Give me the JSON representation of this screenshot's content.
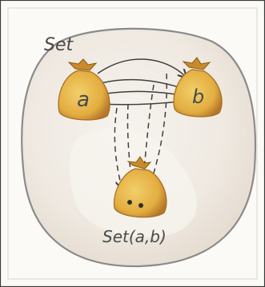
{
  "diagram": {
    "title": "Set",
    "objects": [
      {
        "label": "a"
      },
      {
        "label": "b"
      }
    ],
    "hom_set_label": "Set(a,b)",
    "colors": {
      "border": "#3a3a3a",
      "background": "#fbfaf7",
      "blob_fill": "#f1ede6",
      "blob_outline": "#8b8b8b",
      "bag_fill": "#e7b64a",
      "bag_shadow": "#b0701d",
      "bag_tie": "#c98b2a",
      "arrow": "#3f3f3f"
    }
  }
}
